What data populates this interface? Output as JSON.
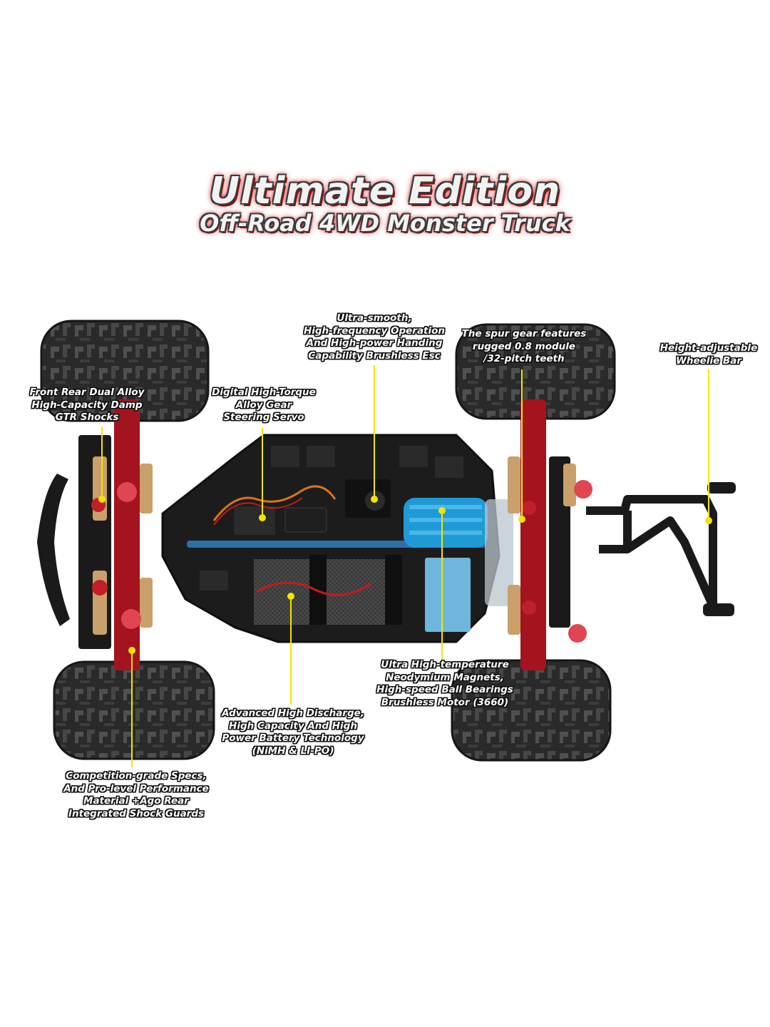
{
  "title": {
    "main": "Ultimate Edition",
    "sub": "Off-Road 4WD Monster Truck"
  },
  "colors": {
    "leader_line": "#f5e400",
    "leader_dot": "#f5e400",
    "chassis": "#1c1c1c",
    "suspension": "#a3141e",
    "motor": "#1f9ad6",
    "title_glow": "#d10000"
  },
  "callouts": {
    "esc": [
      "Ultra-smooth,",
      "High-frequency Operation",
      "And High-power Handing",
      "Capability Brushless Esc"
    ],
    "spur_gear": [
      "The spur gear features",
      "rugged 0.8 module",
      "/32-pitch teeth"
    ],
    "wheelie_bar": [
      "Height-adjustable",
      "Wheelie Bar"
    ],
    "shocks": [
      "Front Rear Dual Alloy",
      "High-Capacity Damp",
      "GTR Shocks"
    ],
    "servo": [
      "Digital High-Torque",
      "Alloy Gear",
      "Steering Servo"
    ],
    "motor": [
      "Ultra High-temperature",
      "Neodymium Magnets,",
      "High-speed Ball Bearings",
      "Brushless Motor (3660)"
    ],
    "battery": [
      "Advanced High Discharge,",
      "High Capacity And High",
      "Power Battery Technology",
      "(NiMH & LI-PO)"
    ],
    "shock_guards": [
      "Competition-grade Specs,",
      "And Pro-level Performance",
      "Material +Ago Rear",
      "Integrated Shock Guards"
    ]
  }
}
